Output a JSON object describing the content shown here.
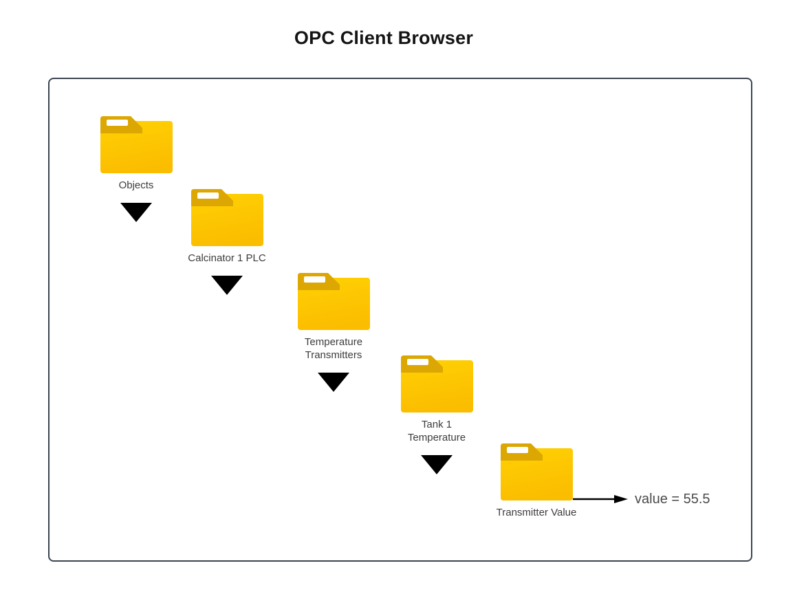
{
  "title": "OPC Client Browser",
  "diagram": {
    "nodes": [
      {
        "label": "Objects",
        "icon": "folder-icon",
        "expanded": true
      },
      {
        "label": "Calcinator 1 PLC",
        "icon": "folder-icon",
        "expanded": true
      },
      {
        "label": "Temperature\nTransmitters",
        "icon": "folder-icon",
        "expanded": true
      },
      {
        "label": "Tank 1\nTemperature",
        "icon": "folder-icon",
        "expanded": true
      },
      {
        "label": "Transmitter Value",
        "icon": "folder-icon",
        "expanded": false
      }
    ],
    "value_annotation": {
      "text": "value = 55.5"
    }
  },
  "colors": {
    "folder_body_top": "#FFD104",
    "folder_body_bottom": "#FBBD00",
    "folder_tab": "#DCA702",
    "folder_slot": "#FFFFFF",
    "expand_arrow": "#000000",
    "panel_border": "#3A444E",
    "label_text": "#3C3C3C",
    "title_text": "#141414",
    "value_text": "#4A4A4A",
    "arrow": "#000000",
    "background": "#FFFFFF"
  }
}
